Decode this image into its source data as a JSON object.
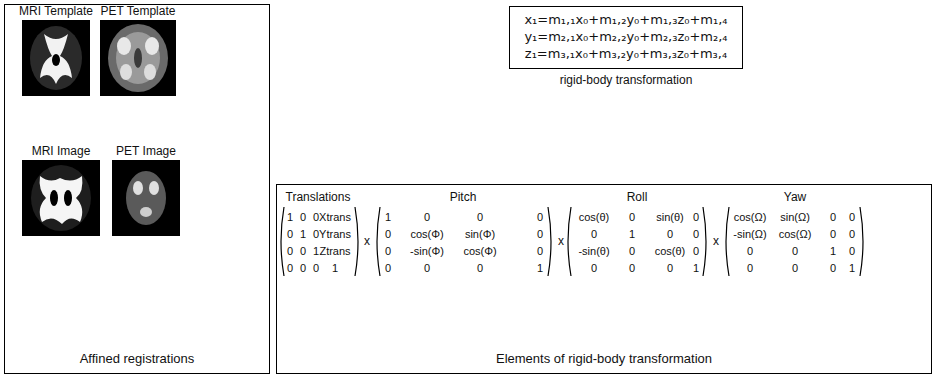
{
  "diagram": {
    "nodes": [
      {
        "text": [
          "Affined registrations"
        ]
      },
      {
        "text": [
          "MRI Template"
        ],
        "in": 0
      },
      {
        "text": [
          "PET Template"
        ],
        "in": 0
      },
      {
        "text": [
          "MRI Image"
        ],
        "in": 0
      },
      {
        "text": [
          "PET Image"
        ],
        "in": 0
      },
      {
        "text": [
          "x₁=m₁,₁x₀+m₁,₂y₀+m₁,₃z₀+m₁,₄",
          "y₁=m₂,₁x₀+m₂,₂y₀+m₂,₃z₀+m₂,₄",
          "z₁=m₃,₁x₀+m₃,₂y₀+m₃,₃z₀+m₃,₄"
        ]
      },
      {
        "text": [
          "Elements of rigid-body transformation"
        ]
      }
    ],
    "labels": [
      "rigid-body transformation",
      "Translations",
      "Pitch",
      "Roll",
      "Yaw",
      "1",
      "0",
      "0",
      "Xtrans",
      "0",
      "1",
      "0",
      "Ytrans",
      "0",
      "0",
      "1",
      "Ztrans",
      "0",
      "0",
      "0",
      "1",
      "x",
      "1",
      "0",
      "0",
      "0",
      "0",
      "cos(Φ)",
      "sin(Φ)",
      "0",
      "0",
      "-sin(Φ)",
      "cos(Φ)",
      "0",
      "0",
      "0",
      "0",
      "1",
      "x",
      "cos(θ)",
      "0",
      "sin(θ)",
      "0",
      "0",
      "1",
      "0",
      "0",
      "-sin(θ)",
      "0",
      "cos(θ)",
      "0",
      "0",
      "0",
      "0",
      "1",
      "x",
      "cos(Ω)",
      "sin(Ω)",
      "0",
      "0",
      "-sin(Ω)",
      "cos(Ω)",
      "0",
      "0",
      "0",
      "0",
      "1",
      "0",
      "0",
      "0",
      "0",
      "1"
    ]
  }
}
